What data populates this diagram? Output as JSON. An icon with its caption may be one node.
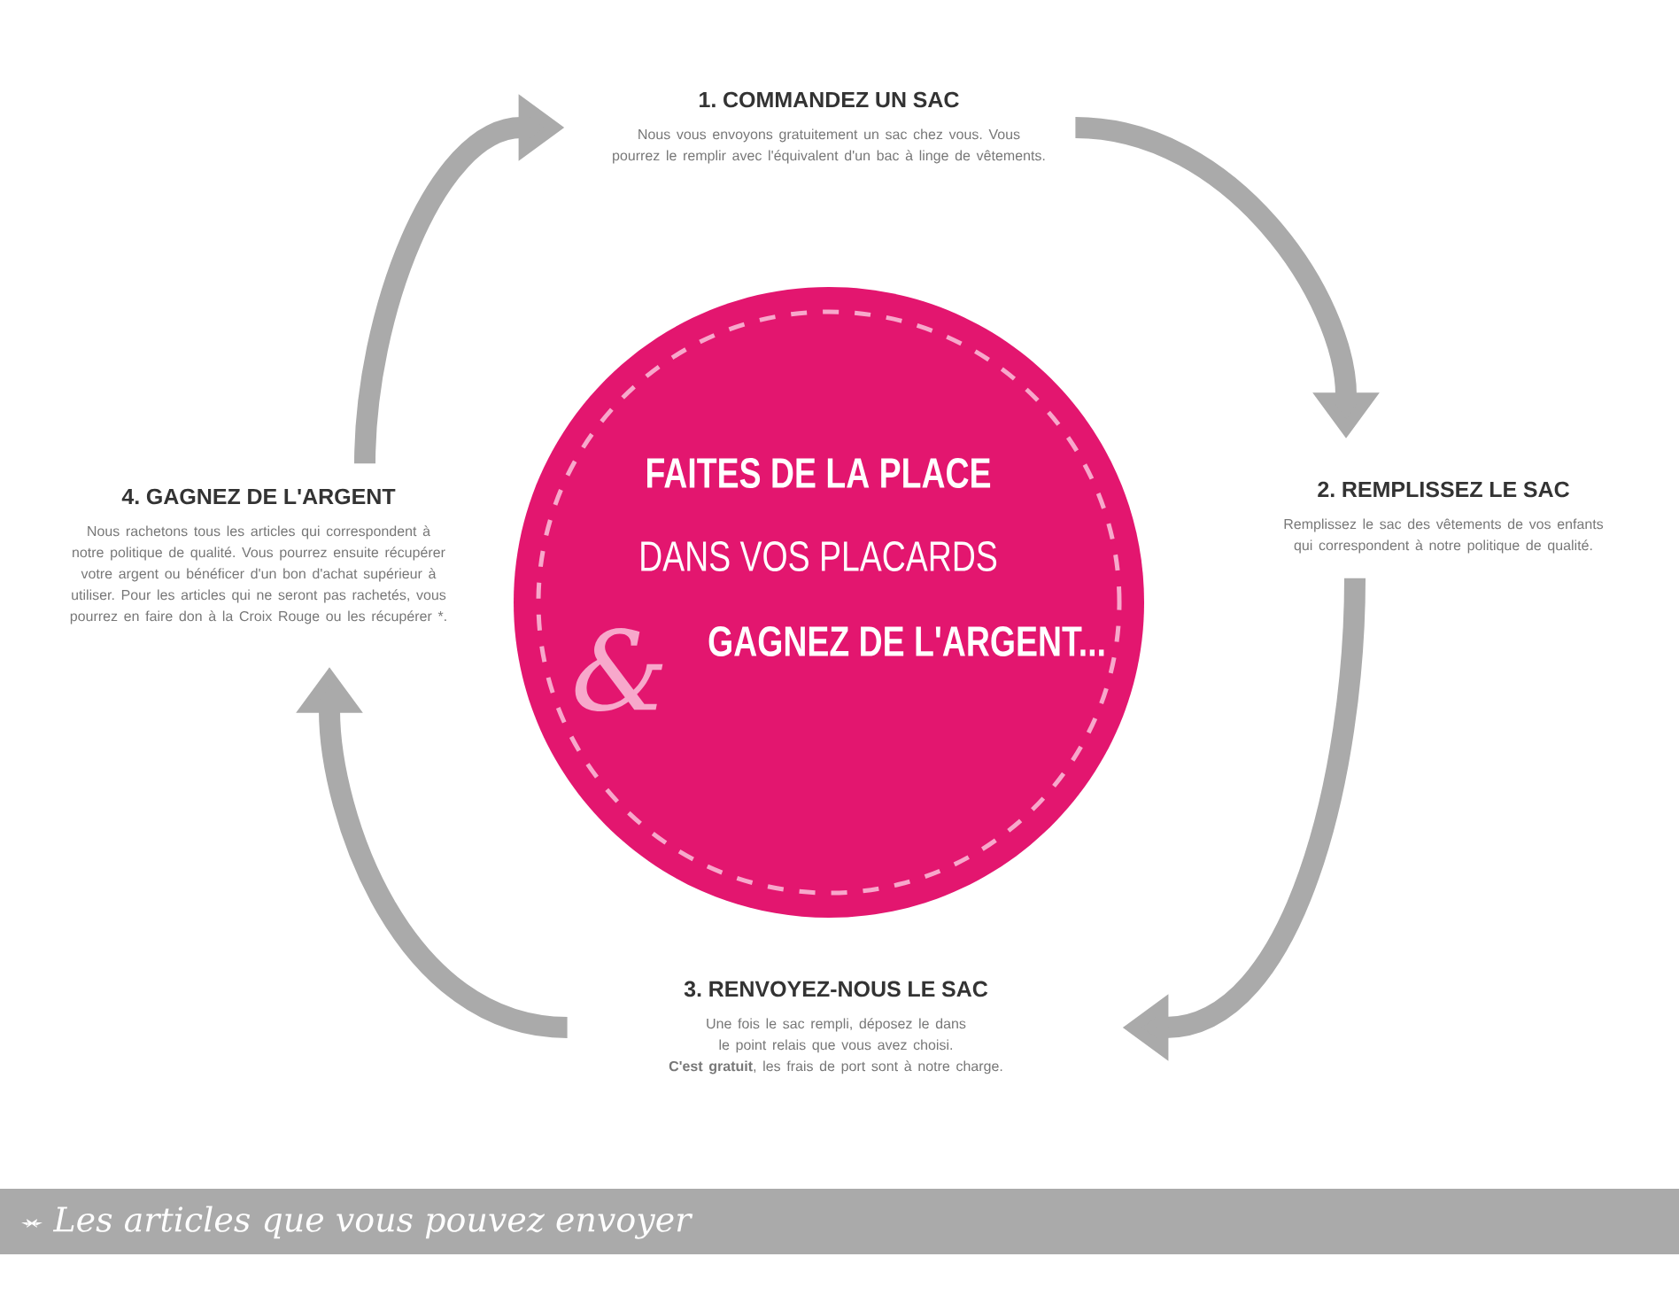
{
  "diagram": {
    "nodes": [
      {
        "text": [
          "1. COMMANDEZ UN SAC",
          "Nous vous envoyons gratuitement un sac chez vous. Vous pourrez le remplir avec l'équivalent d'un bac à linge de vêtements."
        ]
      },
      {
        "text": [
          "2. REMPLISSEZ LE SAC",
          "Remplissez le sac des vêtements de vos enfants qui correspondent à notre politique de qualité."
        ]
      },
      {
        "text": [
          "3. RENVOYEZ-NOUS LE SAC",
          "Une fois le sac rempli, déposez le dans le point relais que vous avez choisi.",
          "**C'est gratuit**, les frais de port sont à notre charge."
        ]
      },
      {
        "text": [
          "4. GAGNEZ DE L'ARGENT",
          "Nous rachetons tous les articles qui correspondent à notre politique de qualité. Vous pourrez ensuite récupérer votre argent ou bénéficer d'un bon d'achat supérieur à utiliser. Pour les articles qui ne seront pas rachetés, vous pourrez en faire don à la Croix Rouge ou les récupérer *."
        ]
      },
      {
        "text": [
          "FAITES DE LA PLACE",
          "DANS VOS PLACARDS",
          "&",
          "GAGNEZ DE L'ARGENT..."
        ]
      }
    ],
    "edges": [
      {
        "from": 0,
        "to": 1,
        "arrow": "to"
      },
      {
        "from": 1,
        "to": 2,
        "arrow": "to"
      },
      {
        "from": 2,
        "to": 3,
        "arrow": "to"
      },
      {
        "from": 3,
        "to": 0,
        "arrow": "to"
      }
    ],
    "labels": [
      "Les articles que vous pouvez envoyer"
    ]
  }
}
